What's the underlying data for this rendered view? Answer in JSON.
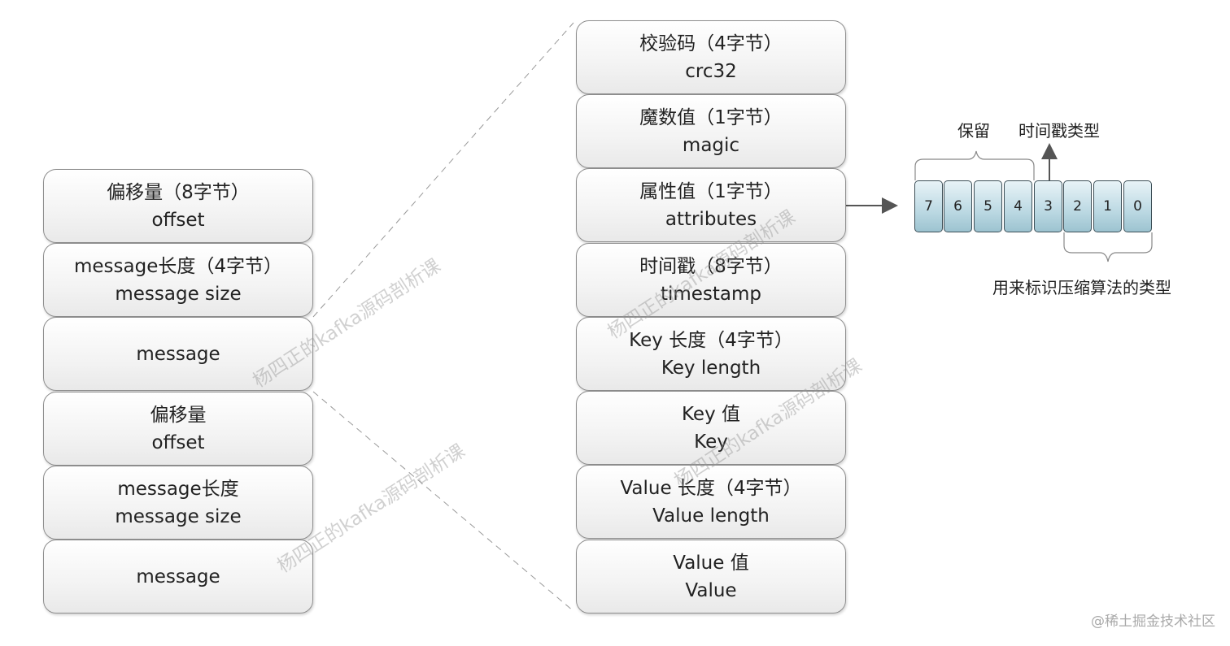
{
  "left_column": [
    {
      "line1": "偏移量（8字节）",
      "line2": "offset"
    },
    {
      "line1": "message长度（4字节）",
      "line2": "message size"
    },
    {
      "line1": "message",
      "line2": ""
    },
    {
      "line1": "偏移量",
      "line2": "offset"
    },
    {
      "line1": "message长度",
      "line2": "message size"
    },
    {
      "line1": "message",
      "line2": ""
    }
  ],
  "right_column": [
    {
      "line1": "校验码（4字节）",
      "line2": "crc32"
    },
    {
      "line1": "魔数值（1字节）",
      "line2": "magic"
    },
    {
      "line1": "属性值（1字节）",
      "line2": "attributes"
    },
    {
      "line1": "时间戳（8字节）",
      "line2": "timestamp"
    },
    {
      "line1": "Key 长度（4字节）",
      "line2": "Key length"
    },
    {
      "line1": "Key 值",
      "line2": "Key"
    },
    {
      "line1": "Value 长度（4字节）",
      "line2": "Value length"
    },
    {
      "line1": "Value 值",
      "line2": "Value"
    }
  ],
  "attributes_bits": {
    "bits": [
      "7",
      "6",
      "5",
      "4",
      "3",
      "2",
      "1",
      "0"
    ],
    "reserved_label": "保留",
    "timestamp_type_label": "时间戳类型",
    "compression_label": "用来标识压缩算法的类型"
  },
  "watermark": "杨四正的kafka源码剖析课",
  "credit": "@稀土掘金技术社区",
  "colors": {
    "bit_fill": "#bcd9e3",
    "box_border": "#8e8e8e",
    "connector": "#555555"
  }
}
